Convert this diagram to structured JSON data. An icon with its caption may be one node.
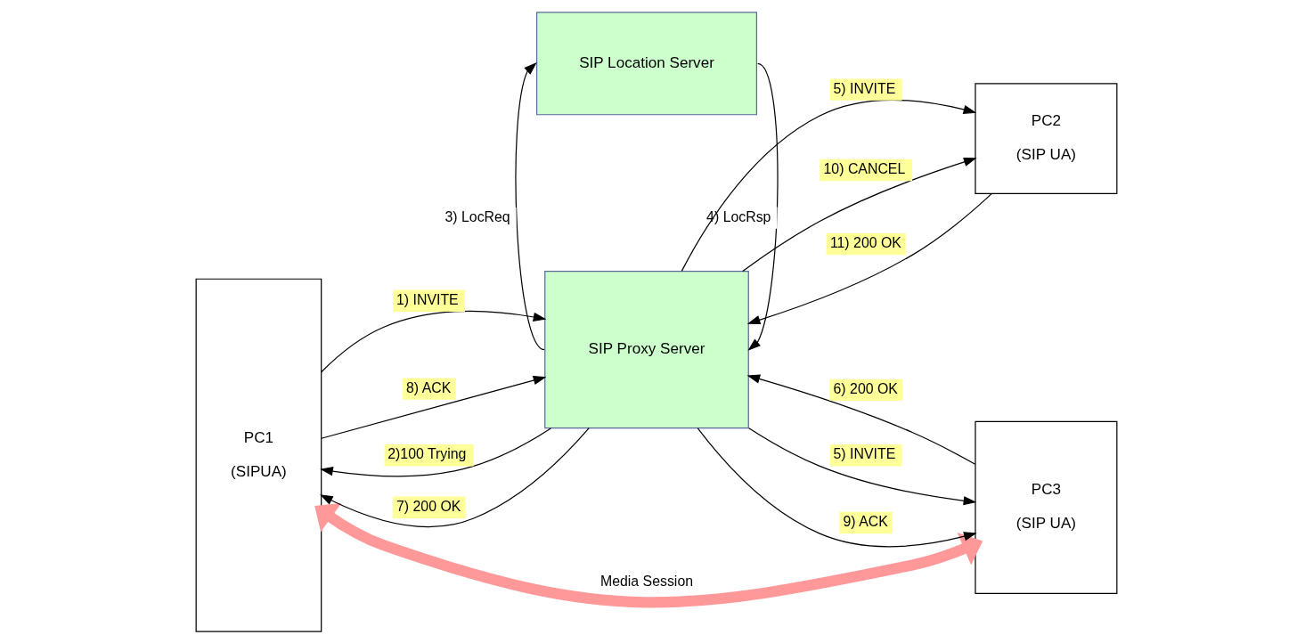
{
  "diagram": {
    "nodes": [
      {
        "text": [
          "PC1",
          "(SIPUA)"
        ]
      },
      {
        "text": [
          "SIP Location Server"
        ]
      },
      {
        "text": [
          "SIP Proxy Server"
        ]
      },
      {
        "text": [
          "PC2",
          "(SIP UA)"
        ]
      },
      {
        "text": [
          "PC3",
          "(SIP UA)"
        ]
      }
    ],
    "edges": [
      {
        "from": 0,
        "to": 2,
        "arrow": "to",
        "label": "1) INVITE"
      },
      {
        "from": 2,
        "to": 0,
        "arrow": "to",
        "label": "2)100 Trying"
      },
      {
        "from": 2,
        "to": 1,
        "arrow": "to",
        "label": "3) LocReq"
      },
      {
        "from": 1,
        "to": 2,
        "arrow": "to",
        "label": "4) LocRsp"
      },
      {
        "from": 2,
        "to": 3,
        "arrow": "to",
        "label": "5) INVITE"
      },
      {
        "from": 2,
        "to": 3,
        "arrow": "to",
        "label": "10) CANCEL"
      },
      {
        "from": 3,
        "to": 2,
        "arrow": "to",
        "label": "11) 200 OK"
      },
      {
        "from": 2,
        "to": 4,
        "arrow": "to",
        "label": "5) INVITE"
      },
      {
        "from": 4,
        "to": 2,
        "arrow": "to",
        "label": "6) 200 OK"
      },
      {
        "from": 2,
        "to": 0,
        "arrow": "to",
        "label": "7) 200 OK"
      },
      {
        "from": 0,
        "to": 2,
        "arrow": "to",
        "label": "8) ACK"
      },
      {
        "from": 2,
        "to": 4,
        "arrow": "to",
        "label": "9) ACK"
      },
      {
        "from": 0,
        "to": 4,
        "arrow": "both",
        "label": "Media Session",
        "style": "thick",
        "color": "#ff9999"
      }
    ]
  }
}
